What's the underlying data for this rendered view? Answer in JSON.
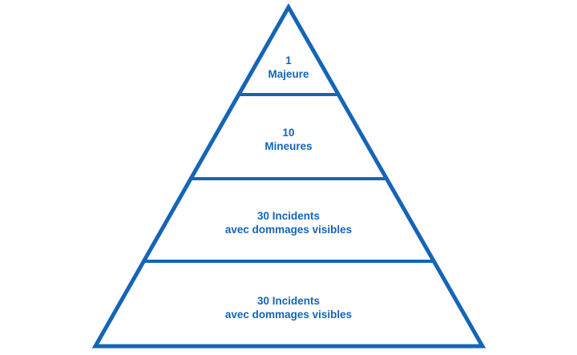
{
  "diagram": {
    "type": "pyramid",
    "color": "#1565b7",
    "levels": [
      {
        "line1": "1",
        "line2": "Majeure"
      },
      {
        "line1": "10",
        "line2": "Mineures"
      },
      {
        "line1": "30 Incidents",
        "line2": "avec dommages visibles"
      },
      {
        "line1": "30 Incidents",
        "line2": "avec dommages visibles"
      }
    ]
  }
}
